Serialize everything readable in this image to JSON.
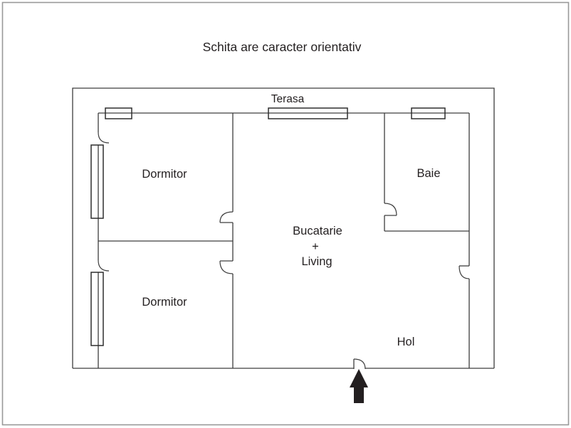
{
  "title": "Schita are caracter orientativ",
  "floorplan": {
    "labels": {
      "terasa": "Terasa",
      "dormitor_top": "Dormitor",
      "dormitor_bottom": "Dormitor",
      "baie": "Baie",
      "bucatarie_line1": "Bucatarie",
      "bucatarie_line2": "+",
      "bucatarie_line3": "Living",
      "hol": "Hol"
    },
    "icons": {
      "entrance_arrow": "entrance-arrow-up-icon"
    },
    "colors": {
      "wall": "#3d3d3d",
      "window_stroke": "#2e2e2e",
      "text": "#231f20",
      "arrow": "#231f20",
      "page_border": "#999999",
      "background": "#ffffff"
    }
  }
}
